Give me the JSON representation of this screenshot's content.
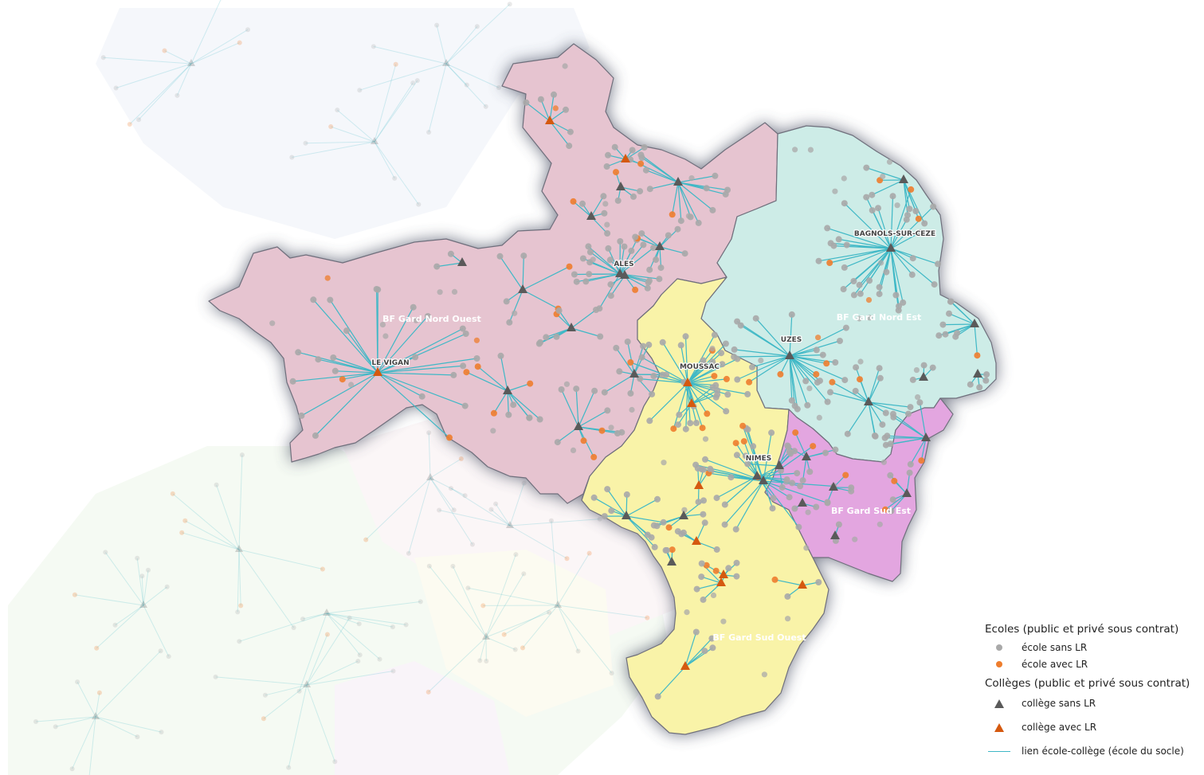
{
  "colors": {
    "nord_ouest": "#e6c4d0",
    "nord_est": "#cdece7",
    "sud_ouest": "#f9f3a8",
    "sud_est": "#e3a6e0",
    "ecole_sans": "#a9a9a9",
    "ecole_avec": "#ee7d2d",
    "college_sans": "#5a5a5a",
    "college_avec": "#d5590f",
    "link": "#3fb8c6",
    "border": "#6f6f7c"
  },
  "regions": [
    {
      "id": "nord_ouest",
      "label": "BF Gard Nord Ouest"
    },
    {
      "id": "nord_est",
      "label": "BF Gard Nord Est"
    },
    {
      "id": "sud_est",
      "label": "BF Gard Sud Est"
    },
    {
      "id": "sud_ouest",
      "label": "BF Gard Sud Ouest"
    }
  ],
  "cities": [
    "BAGNOLS-SUR-CEZE",
    "ALES",
    "UZES",
    "LE VIGAN",
    "MOUSSAC",
    "NIMES"
  ],
  "legend": {
    "ecoles_title": "Ecoles (public et privé sous contrat)",
    "ecole_sans_lr": "école sans LR",
    "ecole_avec_lr": "école avec LR",
    "colleges_title": "Collèges (public et privé sous contrat)",
    "college_sans_lr": "collège sans LR",
    "college_avec_lr": "collège avec LR",
    "lien": "lien école-collège (école du socle)"
  }
}
